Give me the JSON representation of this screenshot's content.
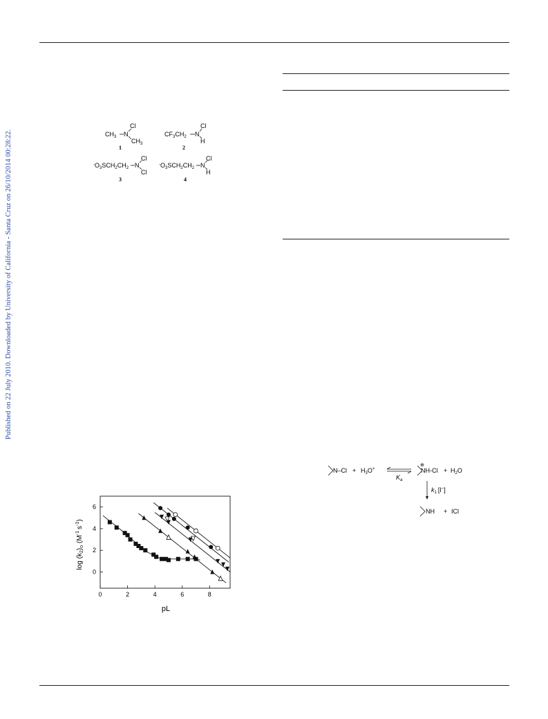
{
  "sidebar": {
    "text": "Published on 22 July 2010. Downloaded by University of California - Santa Cruz on 26/10/2014 00:28:22."
  },
  "structures": {
    "s1": {
      "label": "1",
      "left": "CH",
      "left_sub": "3",
      "top": "Cl",
      "bottom": "CH",
      "bottom_sub": "3"
    },
    "s2": {
      "label": "2",
      "left": "CF",
      "left_sub": "3",
      "chain": "CH",
      "chain_sub": "2",
      "top": "Cl",
      "bottom": "H"
    },
    "s3": {
      "label": "3",
      "pre": "-",
      "left": "O",
      "left_sub": "3",
      "chain": "SCH",
      "chain_sub": "2",
      "chain2": "CH",
      "chain2_sub": "2",
      "top": "Cl",
      "bottom": "Cl"
    },
    "s4": {
      "label": "4",
      "pre": "-",
      "left": "O",
      "left_sub": "3",
      "chain": "SCH",
      "chain_sub": "2",
      "chain2": "CH",
      "chain2_sub": "2",
      "top": "Cl",
      "bottom": "H"
    }
  },
  "scheme": {
    "reactant": "N–Cl",
    "plus": "+",
    "acid": "H",
    "acid_sub": "3",
    "acid_rest": "O",
    "acid_sup": "+",
    "equilibrium_label": "K",
    "equilibrium_sub": "a",
    "protonated": "NH-Cl",
    "charge": "⊕",
    "water": "H",
    "water_sub": "2",
    "water_rest": "O",
    "rate_label": "k",
    "rate_sub": "1",
    "rate_bracket": "[I",
    "rate_sup": "–",
    "rate_close": "]",
    "product": "NH",
    "product2": "ICl"
  },
  "chart_data": {
    "type": "scatter",
    "xlabel": "pL",
    "ylabel": "log (k",
    "ylabel_sub": "2",
    "ylabel_sub2": "o",
    "ylabel_rest": "(M",
    "ylabel_sup1": "-1",
    "ylabel_mid": "s",
    "ylabel_sup2": "-1",
    "ylabel_close": ")",
    "xlim": [
      0,
      9.5
    ],
    "ylim": [
      -1.5,
      7
    ],
    "xticks": [
      "0",
      "2",
      "4",
      "6",
      "8"
    ],
    "yticks": [
      "0",
      "2",
      "4",
      "6"
    ],
    "series": [
      {
        "marker": "square",
        "points": [
          [
            0.7,
            4.6
          ],
          [
            1.2,
            4.1
          ],
          [
            1.8,
            3.6
          ],
          [
            2.0,
            3.4
          ],
          [
            2.2,
            3.0
          ],
          [
            2.6,
            2.6
          ],
          [
            2.8,
            2.4
          ],
          [
            3.0,
            2.2
          ],
          [
            3.3,
            2.0
          ],
          [
            3.9,
            1.6
          ],
          [
            4.1,
            1.4
          ],
          [
            4.5,
            1.2
          ],
          [
            4.8,
            1.2
          ],
          [
            5.0,
            1.1
          ],
          [
            5.7,
            1.2
          ],
          [
            6.4,
            1.2
          ],
          [
            7.0,
            1.2
          ]
        ],
        "line": [
          [
            0.2,
            5.2
          ],
          [
            1.5,
            3.9
          ],
          [
            2.5,
            2.8
          ],
          [
            3.5,
            1.8
          ],
          [
            4.3,
            1.3
          ],
          [
            5.0,
            1.2
          ],
          [
            7.0,
            1.2
          ],
          [
            7.3,
            1.1
          ]
        ]
      },
      {
        "marker": "triangle-up",
        "points": [
          [
            3.2,
            5.0
          ],
          [
            4.4,
            3.8
          ],
          [
            5.0,
            3.2
          ],
          [
            6.4,
            1.9
          ],
          [
            6.9,
            1.4
          ],
          [
            8.2,
            0.0
          ]
        ],
        "line": [
          [
            2.8,
            5.4
          ],
          [
            9.2,
            -1.0
          ]
        ]
      },
      {
        "marker": "triangle-open",
        "points": [
          [
            5.0,
            3.2
          ],
          [
            8.8,
            -0.6
          ]
        ],
        "line": null
      },
      {
        "marker": "triangle-down",
        "points": [
          [
            4.5,
            5.1
          ],
          [
            5.0,
            4.6
          ],
          [
            6.6,
            3.0
          ],
          [
            8.6,
            1.0
          ],
          [
            9.0,
            0.7
          ],
          [
            9.3,
            0.3
          ]
        ],
        "line": [
          [
            4.0,
            5.5
          ],
          [
            9.5,
            0.0
          ]
        ]
      },
      {
        "marker": "triangle-down-open",
        "points": [
          [
            4.9,
            4.9
          ],
          [
            6.8,
            3.1
          ]
        ],
        "line": null
      },
      {
        "marker": "circle",
        "points": [
          [
            4.4,
            5.9
          ],
          [
            5.0,
            5.3
          ],
          [
            5.4,
            4.9
          ],
          [
            6.4,
            4.1
          ],
          [
            8.1,
            2.3
          ]
        ],
        "line": [
          [
            3.9,
            6.4
          ],
          [
            9.4,
            0.9
          ]
        ]
      },
      {
        "marker": "circle-open",
        "points": [
          [
            5.5,
            5.3
          ],
          [
            7.0,
            3.8
          ],
          [
            8.6,
            2.2
          ]
        ],
        "line": [
          [
            4.9,
            5.9
          ],
          [
            9.5,
            1.3
          ]
        ]
      }
    ]
  }
}
